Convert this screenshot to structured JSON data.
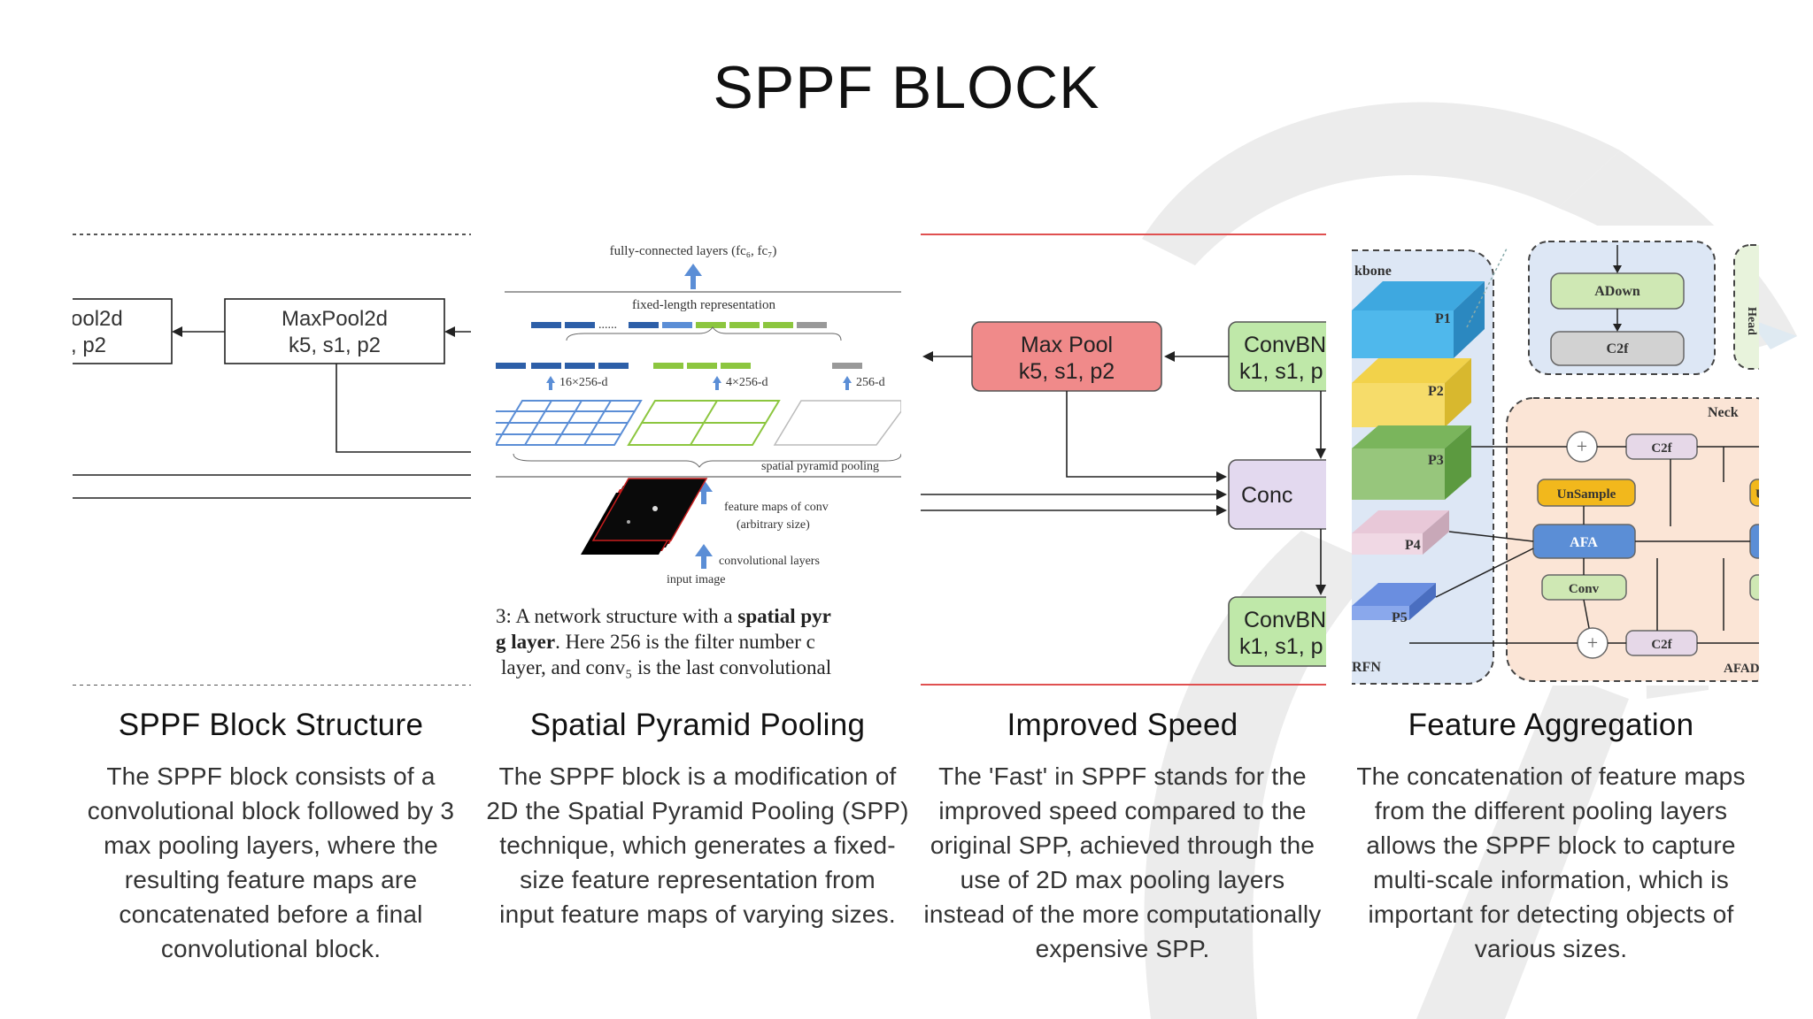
{
  "title": "SPPF BLOCK",
  "panels": {
    "p1": {
      "box_left_label_l1": "ool2d",
      "box_left_label_l2": ", p2",
      "box_right_label_l1": "MaxPool2d",
      "box_right_label_l2": "k5, s1, p2"
    },
    "p2": {
      "top_label": "fully-connected layers (fc₆, fc₇)",
      "fixed_length": "fixed-length representation",
      "d16": "16×256-d",
      "d4": "4×256-d",
      "d1": "256-d",
      "spp_label": "spatial pyramid pooling",
      "fm_l1": "feature maps of conv",
      "fm_l2": "(arbitrary size)",
      "conv_layers": "convolutional layers",
      "input_image": "input image",
      "caption_l1a": "3: A network structure with a ",
      "caption_l1b": "spatial pyr",
      "caption_l2a": "g layer",
      "caption_l2b": ". Here 256 is the filter number c",
      "caption_l3": "layer, and conv₅ is the last convolutional"
    },
    "p3": {
      "maxpool_l1": "Max Pool",
      "maxpool_l2": "k5, s1, p2",
      "convbn_l1": "ConvBN",
      "convbn_l2": "k1, s1, p",
      "concat": "Conc",
      "convbn2_l1": "ConvBN",
      "convbn2_l2": "k1, s1, p"
    },
    "p4": {
      "backbone": "kbone",
      "p1": "P1",
      "p2": "P2",
      "p3": "P3",
      "p4": "P4",
      "p5": "P5",
      "rfn": "RFN",
      "adown": "ADown",
      "c2f": "C2f",
      "neck": "Neck",
      "head": "Head",
      "c2f_a": "C2f",
      "unsample": "UnSample",
      "u": "U",
      "afa": "AFA",
      "conv": "Conv",
      "c2f_b": "C2f",
      "afad": "AFAD"
    }
  },
  "columns": [
    {
      "heading": "SPPF Block Structure",
      "lines": [
        "The SPPF block consists of a",
        "convolutional block followed by 3",
        "max pooling layers, where the",
        "resulting feature maps are",
        "concatenated before a final",
        "convolutional block."
      ]
    },
    {
      "heading": "Spatial Pyramid Pooling",
      "lines": [
        "The SPPF block is a modification of",
        "2D the Spatial Pyramid Pooling (SPP)",
        "technique, which generates a fixed-",
        "size feature representation from",
        "input feature maps of varying sizes."
      ]
    },
    {
      "heading": "Improved Speed",
      "lines": [
        "The 'Fast' in SPPF stands for the",
        "improved speed compared to the",
        "original SPP, achieved through the",
        "use of 2D max pooling layers",
        "instead of the more computationally",
        "expensive SPP."
      ]
    },
    {
      "heading": "Feature Aggregation",
      "lines": [
        "The concatenation of feature maps",
        "from the different pooling layers",
        "allows the SPPF block to capture",
        "multi-scale information, which is",
        "important for detecting objects of",
        "various sizes."
      ]
    }
  ],
  "colors": {
    "maxpool_fill": "#f08a8a",
    "convbn_fill": "#bfe8a9",
    "concat_fill": "#e3d9ef",
    "blue": "#5b8ed6",
    "green": "#8cc63f",
    "watermark": "#ececec"
  }
}
